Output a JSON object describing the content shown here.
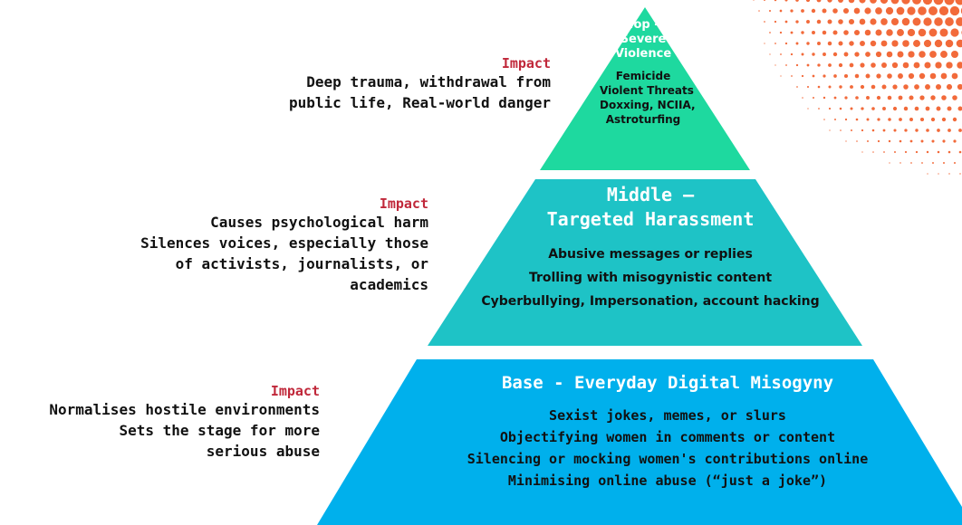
{
  "colors": {
    "top_tier": "#1ed99f",
    "middle_tier": "#1ec3c6",
    "base_tier": "#00b0ec",
    "impact_label": "#c0283a",
    "dots": "#f26a3a"
  },
  "pyramid": {
    "top": {
      "title_lines": [
        "Top -",
        "Severe",
        "Violence"
      ],
      "items": [
        "Femicide",
        "Violent Threats",
        "Doxxing, NCIIA,",
        "Astroturfing"
      ]
    },
    "middle": {
      "title_lines": [
        "Middle –",
        "Targeted Harassment"
      ],
      "items": [
        "Abusive messages or replies",
        "Trolling with misogynistic content",
        "Cyberbullying, Impersonation, account hacking"
      ]
    },
    "base": {
      "title": "Base - Everyday Digital Misogyny",
      "items": [
        "Sexist jokes, memes, or slurs",
        "Objectifying women in comments or content",
        "Silencing or mocking women's contributions online",
        "Minimising online abuse (“just a joke”)"
      ]
    }
  },
  "impacts": {
    "top": {
      "label": "Impact",
      "lines": [
        "Deep trauma, withdrawal from",
        "public life, Real-world danger"
      ]
    },
    "middle": {
      "label": "Impact",
      "lines": [
        "Causes psychological harm",
        "Silences voices, especially those",
        "of activists, journalists, or",
        "academics"
      ]
    },
    "base": {
      "label": "Impact",
      "lines": [
        "Normalises hostile environments",
        "Sets the stage for more",
        "serious abuse"
      ]
    }
  }
}
